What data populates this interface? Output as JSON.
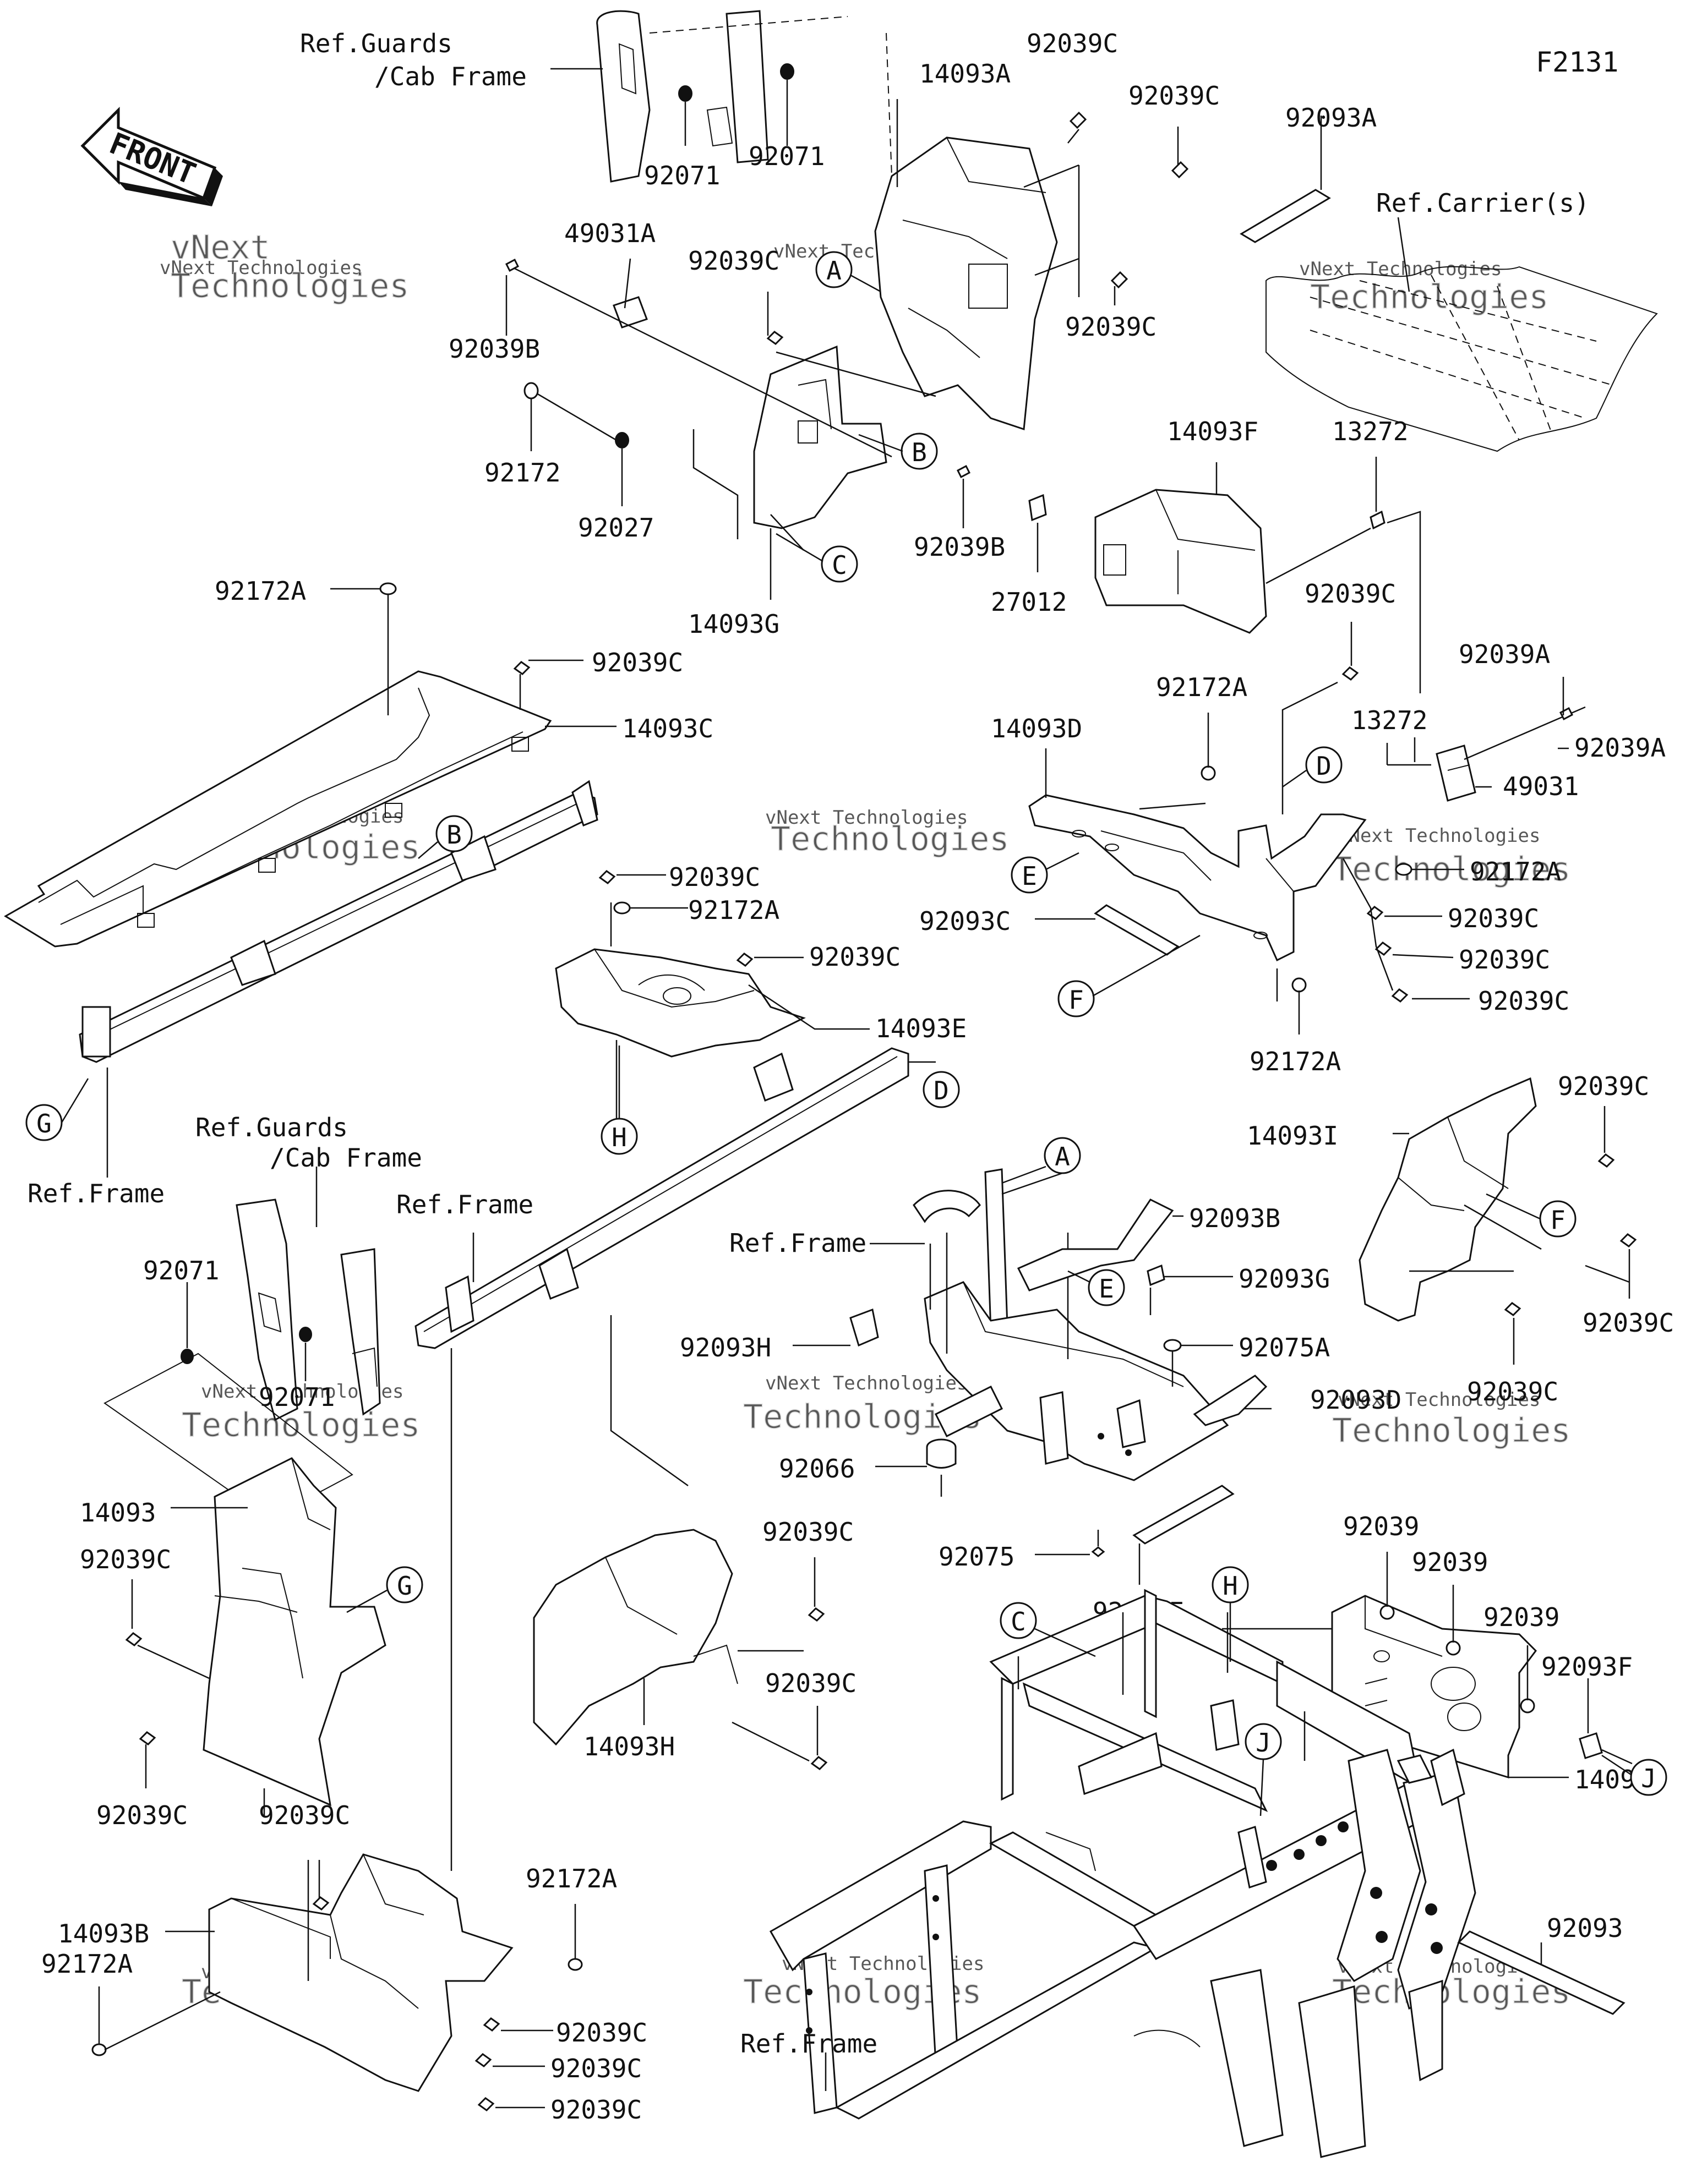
{
  "diagram_code": "F2131",
  "front_arrow_label": "FRONT",
  "watermark": {
    "line1": "vNext Technologies",
    "line2": "vNext",
    "line3": "Technologies"
  },
  "callout_letters": [
    "A",
    "B",
    "C",
    "D",
    "E",
    "F",
    "G",
    "H",
    "J"
  ],
  "labels": {
    "ref_guards_cab_1a": "Ref.Guards",
    "ref_guards_cab_1b": "/Cab Frame",
    "ref_guards_cab_2a": "Ref.Guards",
    "ref_guards_cab_2b": "/Cab Frame",
    "ref_carriers": "Ref.Carrier(s)",
    "ref_frame_1": "Ref.Frame",
    "ref_frame_2": "Ref.Frame",
    "ref_frame_3": "Ref.Frame",
    "ref_frame_4": "Ref.Frame"
  },
  "parts": {
    "p92071_a": "92071",
    "p92071_b": "92071",
    "p92071_c": "92071",
    "p92071_d": "92071",
    "p14093A": "14093A",
    "p92039C_1": "92039C",
    "p92039C_2": "92039C",
    "p92039C_3": "92039C",
    "p92039C_4": "92039C",
    "p92093A": "92093A",
    "p49031A": "49031A",
    "p92039B_1": "92039B",
    "p92039B_2": "92039B",
    "p92172_1": "92172",
    "p92027": "92027",
    "p14093G": "14093G",
    "p27012": "27012",
    "p14093F": "14093F",
    "p13272_1": "13272",
    "p13272_2": "13272",
    "p92039C_5": "92039C",
    "p92039A_1": "92039A",
    "p92039A_2": "92039A",
    "p49031": "49031",
    "p92172A_1": "92172A",
    "p92039C_6": "92039C",
    "p14093C": "14093C",
    "p92172A_2": "92172A",
    "p14093D": "14093D",
    "p92039C_7": "92039C",
    "p92172A_3": "92172A",
    "p92039C_8": "92039C",
    "p92172A_4": "92172A",
    "p92039C_9": "92039C",
    "p92039C_10": "92039C",
    "p92039C_11": "92039C",
    "p92093C": "92093C",
    "p92172A_5": "92172A",
    "p14093E": "14093E",
    "p14093I": "14093I",
    "p92039C_12": "92039C",
    "p92093B": "92093B",
    "p92093G": "92093G",
    "p92093H": "92093H",
    "p92075A": "92075A",
    "p92093D": "92093D",
    "p92039C_13": "92039C",
    "p92039C_14": "92039C",
    "p92066": "92066",
    "p92075": "92075",
    "p92093E": "92093E",
    "p14093": "14093",
    "p92039C_15": "92039C",
    "p92039C_16": "92039C",
    "p92039C_17": "92039C",
    "p92039C_18": "92039C",
    "p14093H": "14093H",
    "p92039C_19": "92039C",
    "p92039_1": "92039",
    "p92039_2": "92039",
    "p92039_3": "92039",
    "p92093F": "92093F",
    "p14093J": "14093J",
    "p92093": "92093",
    "p92172A_6": "92172A",
    "p14093B": "14093B",
    "p92172A_7": "92172A",
    "p92039C_20": "92039C",
    "p92039C_21": "92039C",
    "p92039C_22": "92039C"
  }
}
